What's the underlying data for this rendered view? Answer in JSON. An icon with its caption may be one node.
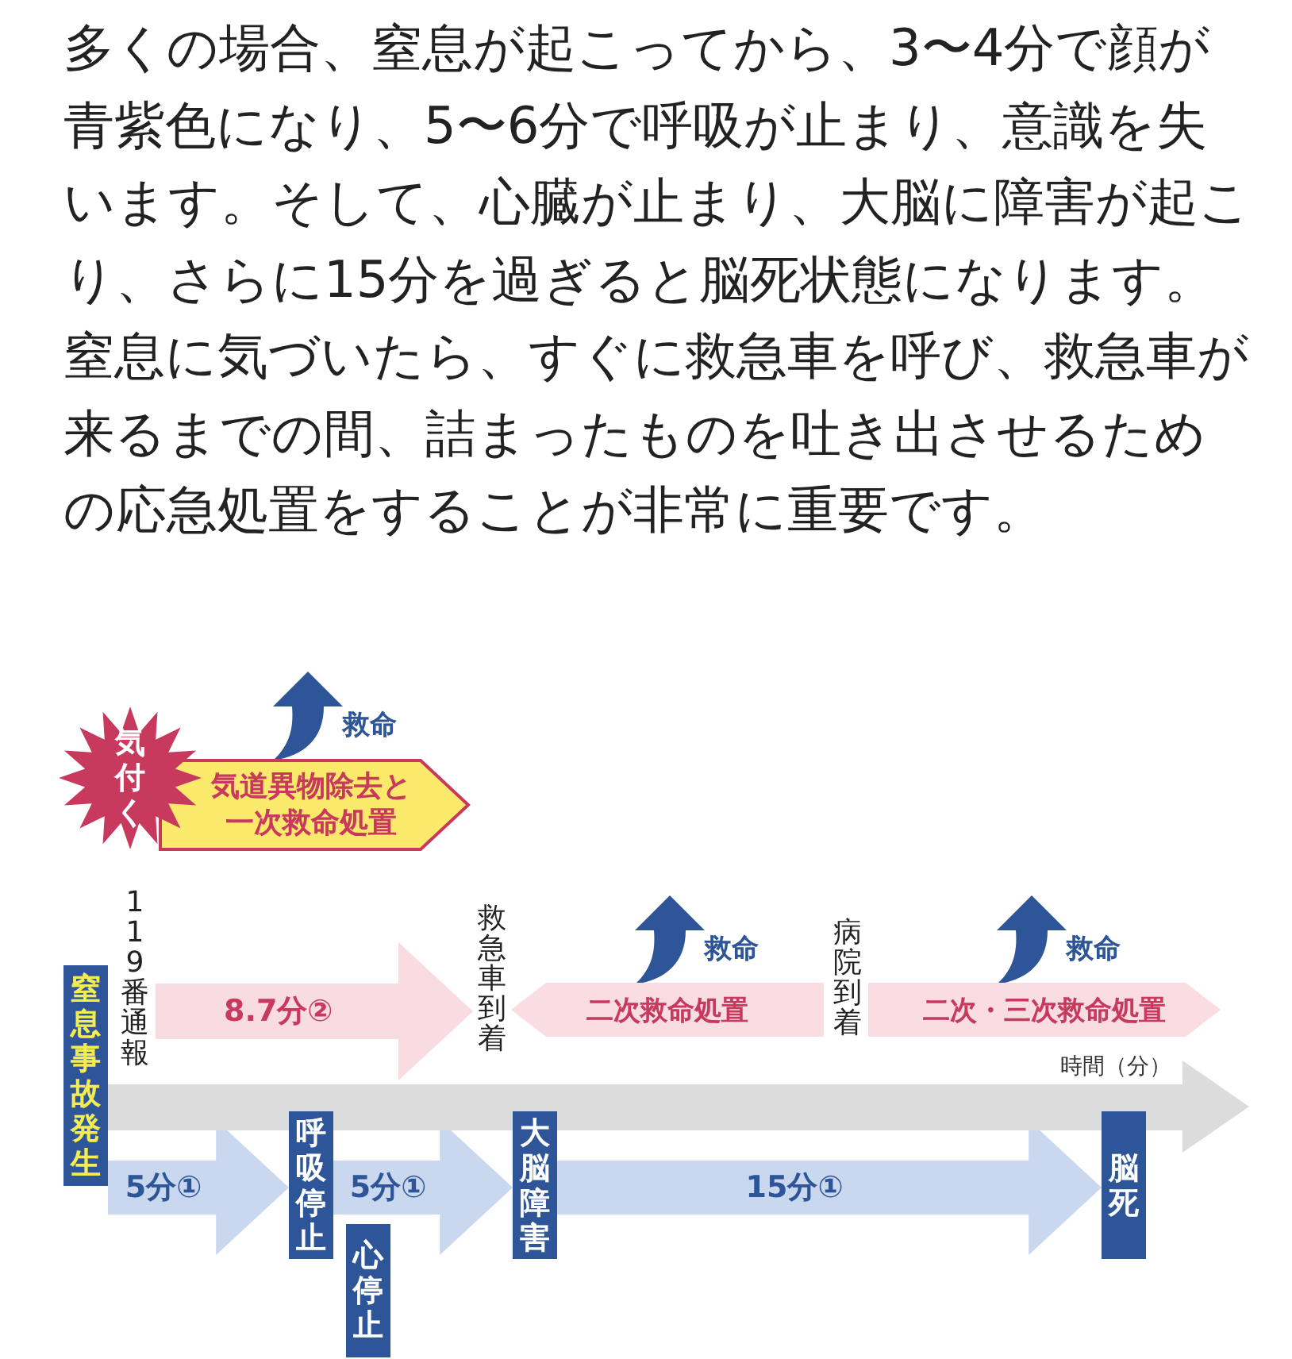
{
  "diagram": {
    "nodes": [
      {
        "text": [
          "窒息事故発生"
        ]
      },
      {
        "text": [
          "呼吸停止"
        ]
      },
      {
        "text": [
          "心停止"
        ]
      },
      {
        "text": [
          "大脳障害"
        ]
      },
      {
        "text": [
          "脳死"
        ]
      },
      {
        "text": [
          "119番通報"
        ]
      },
      {
        "text": [
          "救急車到着"
        ]
      },
      {
        "text": [
          "病院到着"
        ]
      },
      {
        "text": [
          "気付く"
        ]
      },
      {
        "text": [
          "気道異物除去と一次救命処置"
        ],
        "beside": [
          "救命"
        ]
      },
      {
        "text": [
          "二次救命処置"
        ],
        "beside": [
          "救命"
        ]
      },
      {
        "text": [
          "二次・三次救命処置"
        ],
        "beside": [
          "救命"
        ]
      },
      {
        "text": [],
        "shape": "arrow",
        "beside": [
          "時間（分）"
        ]
      }
    ],
    "edges": [
      {
        "from": 0,
        "to": 1,
        "arrow": "to",
        "label": "5分①"
      },
      {
        "from": 1,
        "to": 3,
        "arrow": "to",
        "label": "5分①"
      },
      {
        "from": 3,
        "to": 4,
        "arrow": "to",
        "label": "15分①"
      },
      {
        "from": 5,
        "to": 6,
        "arrow": "to",
        "label": "8.7分②",
        "color": "#f8dce1"
      }
    ],
    "labels": [
      "多くの場合、窒息が起こってから、3〜4分で顔が青紫色になり、5〜6分で呼吸が止まり、意識を失います。そして、心臓が止まり、大脳に障害が起こり、さらに15分を過ぎると脳死状態になります。窒息に気づいたら、すぐに救急車を呼び、救急車が来るまでの間、詰まったものを吐き出させるための応急処置をすることが非常に重要です。"
    ]
  }
}
